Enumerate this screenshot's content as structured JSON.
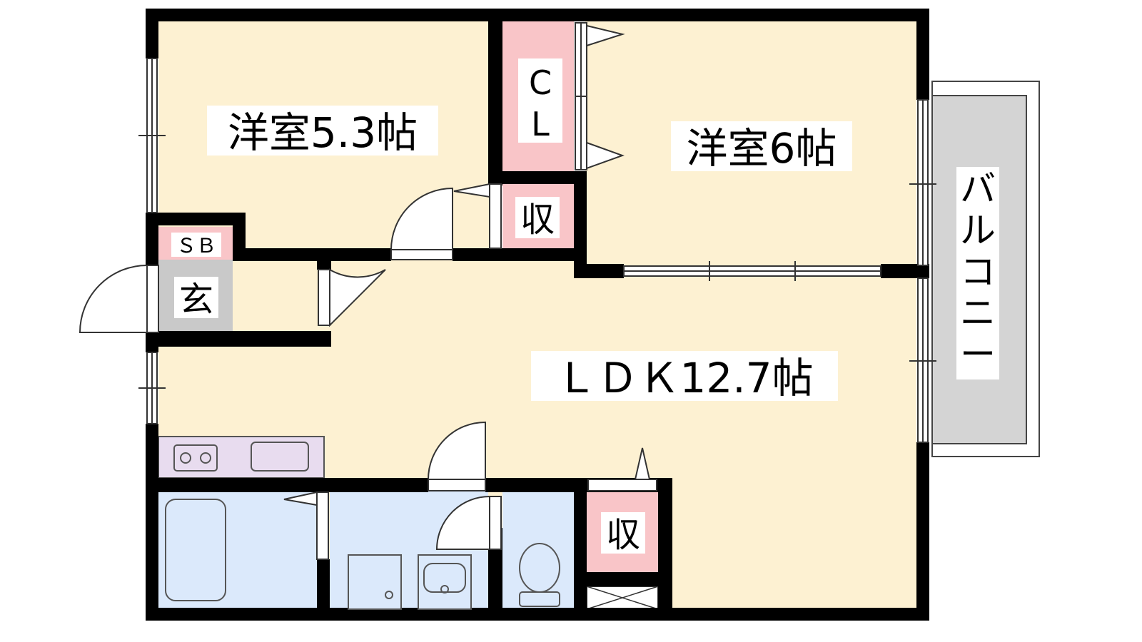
{
  "rooms": {
    "western_room_1": "洋室5.3帖",
    "western_room_2": "洋室6帖",
    "ldk": "ＬＤＫ12.7帖",
    "closet_top": "収",
    "closet_bottom": "収",
    "walk_in_closet_c": "C",
    "walk_in_closet_l": "L",
    "shoe_box": "ＳＢ",
    "entrance": "玄",
    "balcony": [
      "バ",
      "ル",
      "コ",
      "ニ",
      "ー"
    ]
  },
  "colors": {
    "room_fill": "#fdf1d2",
    "storage_fill": "#f9c5c8",
    "entrance_fill": "#c9c9c9",
    "wet_area_fill": "#dbe9fb",
    "kitchen_fill": "#e8dcef",
    "balcony_fill": "#d4d4d4",
    "wall": "#000000"
  }
}
